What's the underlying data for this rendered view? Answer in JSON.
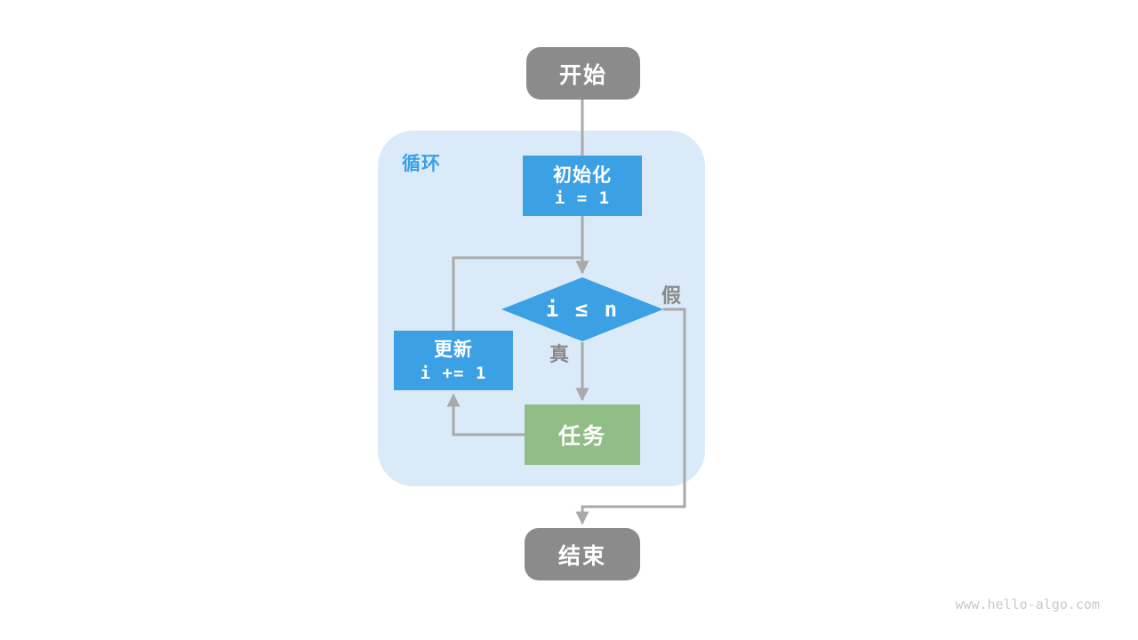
{
  "diagram": {
    "loop_label": "循环",
    "nodes": {
      "start": {
        "label": "开始"
      },
      "init": {
        "label": "初始化",
        "code": "i = 1"
      },
      "condition": {
        "code": "i ≤ n"
      },
      "update": {
        "label": "更新",
        "code": "i += 1"
      },
      "task": {
        "label": "任务"
      },
      "end": {
        "label": "结束"
      }
    },
    "edge_labels": {
      "true_label": "真",
      "false_label": "假"
    }
  },
  "watermark": "www.hello-algo.com",
  "colors": {
    "blue": "#3BA0E4",
    "green": "#91BD86",
    "gray": "#8B8B8B",
    "container": "#DAEAF8",
    "line": "#A9A9A9",
    "label-gray": "#8A8A8A",
    "watermark": "#C9C9C9"
  }
}
